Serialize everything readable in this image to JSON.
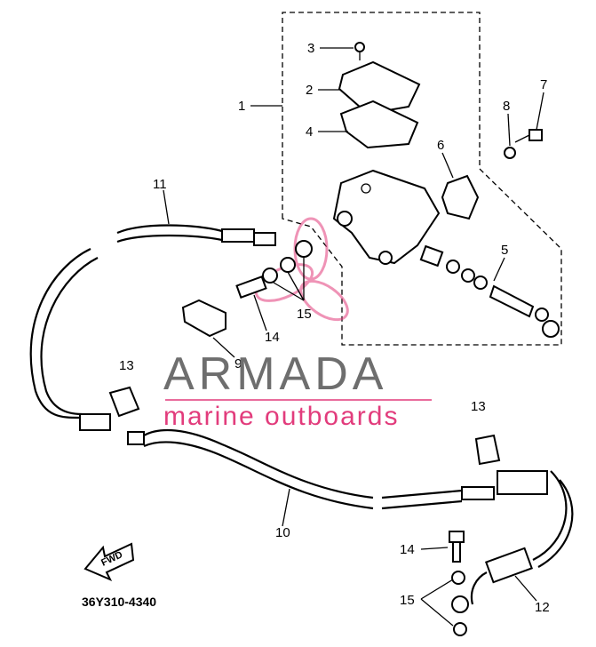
{
  "diagram": {
    "part_labels": [
      "1",
      "2",
      "3",
      "4",
      "5",
      "6",
      "7",
      "8",
      "9",
      "10",
      "11",
      "12",
      "13",
      "13",
      "14",
      "14",
      "15",
      "15"
    ],
    "direction_marker": "FWD",
    "diagram_code": "36Y310-4340"
  },
  "watermark": {
    "brand": "ARMADA",
    "tagline": "marine outboards",
    "brand_color": "#6e6e6e",
    "accent_color": "#e23c7c"
  }
}
